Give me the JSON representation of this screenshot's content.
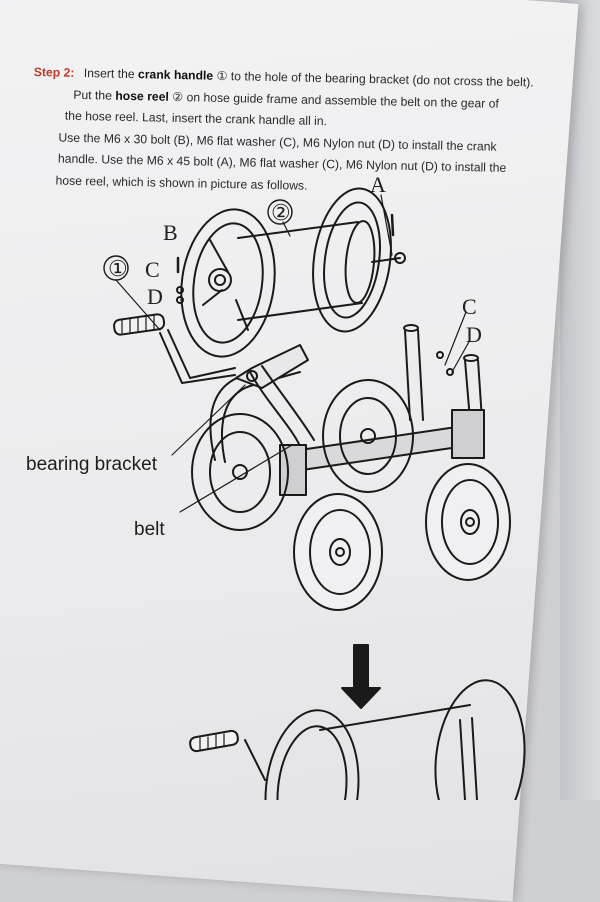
{
  "instructions": {
    "step_label": "Step 2:",
    "line1_pre": "Insert the",
    "line1_bold": "crank handle",
    "line1_post": "① to the hole of the bearing bracket (do not cross the belt).",
    "line2_pre": "Put the",
    "line2_bold": "hose reel",
    "line2_post": "② on hose guide frame and assemble the belt on the gear of",
    "line3": "the hose reel. Last, insert the crank handle all in.",
    "line4": "Use the M6 x 30 bolt (B), M6 flat washer (C),  M6 Nylon nut (D) to install the crank",
    "line5": "handle. Use the M6 x 45 bolt (A), M6 flat washer (C), M6 Nylon nut (D) to install the",
    "line6": "hose reel, which is shown in picture as follows."
  },
  "diagram": {
    "callouts": {
      "crank": "①",
      "reel": "②",
      "a": "A",
      "b": "B",
      "c_left": "C",
      "d_left": "D",
      "c_right": "C",
      "d_right": "D"
    },
    "labels": {
      "bearing_bracket": "bearing bracket",
      "belt": "belt"
    }
  },
  "colors": {
    "page": "#efeff1",
    "text": "#2a2a2c",
    "step_label": "#c0392b",
    "line_art": "#1a1a1a"
  }
}
